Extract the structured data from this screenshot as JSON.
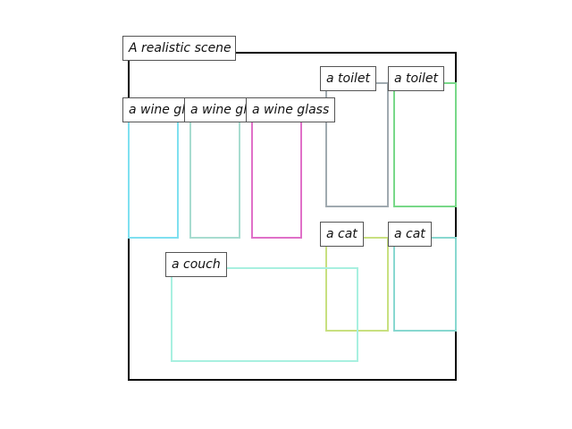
{
  "scene": {
    "label": "A realistic scene",
    "border_color": "#000000"
  },
  "regions": [
    {
      "label": "a wine glass",
      "display": "a wine gl",
      "color": "#7fe0f0"
    },
    {
      "label": "a wine glass",
      "display": "a wine gl",
      "color": "#a8dcd0"
    },
    {
      "label": "a wine glass",
      "display": "a wine glass",
      "color": "#e070c8"
    },
    {
      "label": "a toilet",
      "display": "a toilet",
      "color": "#a0aab0"
    },
    {
      "label": "a toilet",
      "display": "a toilet",
      "color": "#78d888"
    },
    {
      "label": "a cat",
      "display": "a cat",
      "color": "#c8e080"
    },
    {
      "label": "a cat",
      "display": "a cat",
      "color": "#88d8d0"
    },
    {
      "label": "a couch",
      "display": "a couch",
      "color": "#a8f0e0"
    }
  ]
}
